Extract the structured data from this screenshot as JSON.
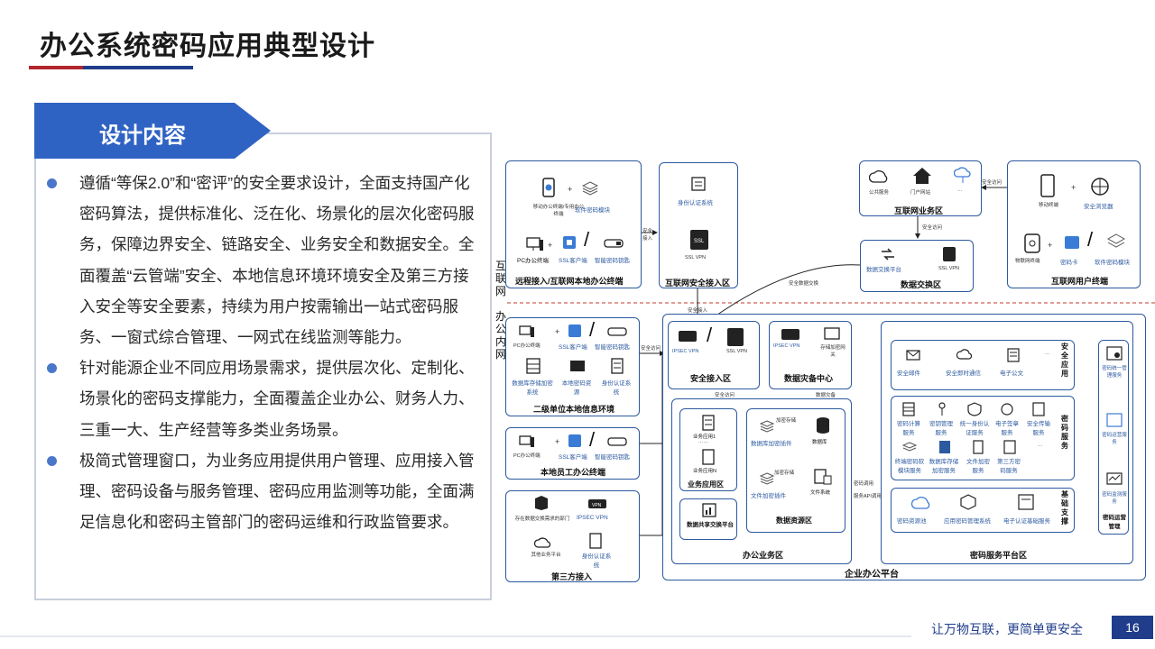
{
  "page": {
    "title": "办公系统密码应用典型设计",
    "section_tab": "设计内容",
    "bullets": [
      "遵循“等保2.0”和“密评”的安全要求设计，全面支持国产化密码算法，提供标准化、泛在化、场景化的层次化密码服务，保障边界安全、链路安全、业务安全和数据安全。全面覆盖“云管端”安全、本地信息环境环境安全及第三方接入安全等安全要素，持续为用户按需输出一站式密码服务、一窗式综合管理、一网式在线监测等能力。",
      "针对能源企业不同应用场景需求，提供层次化、定制化、场景化的密码支撑能力，全面覆盖企业办公、财务人力、三重一大、生产经营等多类业务场景。",
      "极简式管理窗口，为业务应用提供用户管理、应用接入管理、密码设备与服务管理、密码应用监测等功能，全面满足信息化和密码主管部门的密码运维和行政监管要求。"
    ],
    "footer_slogan": "让万物互联，更简单更安全",
    "page_number": "16"
  },
  "diagram": {
    "zone_internet": "互联网",
    "zone_office": "办公内网",
    "remote": {
      "label": "远程接入/互联网本地办公终端",
      "mobile": "移动办公终端/专用办公终端",
      "sw_module": "软件密码模块",
      "pc": "PC办公终端",
      "ssl_client": "SSL客户端",
      "key": "智能密码钥匙"
    },
    "internet_access": {
      "label": "互联网安全接入区",
      "auth": "身份认证系统",
      "ssl_vpn": "SSL VPN"
    },
    "internet_biz": {
      "label": "互联网业务区",
      "public": "公共服务",
      "portal": "门户网站",
      "more": "···"
    },
    "internet_users": {
      "label": "互联网用户终端",
      "mobile": "移动终端",
      "browser": "安全浏览器",
      "iot": "物联网终端",
      "cipher_card": "密码卡",
      "sw_module": "软件密码模块"
    },
    "data_exchange": {
      "label": "数据交换区",
      "platform": "数据交换平台",
      "ssl_vpn": "SSL VPN"
    },
    "secondary": {
      "label": "二级单位本地信息环境",
      "pc": "PC办公终端",
      "ssl_client": "SSL客户端",
      "key": "智能密码钥匙",
      "db_enc": "数据库存储加密系统",
      "local_cipher": "本地密码资源",
      "auth": "身份认证系统"
    },
    "local_staff": {
      "label": "本地员工办公终端",
      "pc": "PC办公终端",
      "ssl_client": "SSL客户端",
      "key": "智能密码钥匙"
    },
    "third_party": {
      "label": "第三方接入",
      "dept": "存在数据交换需求的部门",
      "vpn": "IPSEC VPN",
      "other": "其他业务平台",
      "auth": "身份认证系统"
    },
    "secure_access": {
      "label": "安全接入区",
      "ipsec": "IPSEC VPN",
      "sslvpn": "SSL VPN"
    },
    "data_center": {
      "label": "数据灾备中心",
      "ipsec": "IPSEC VPN",
      "storage": "存储加密网关"
    },
    "office_biz": {
      "label": "办公业务区",
      "app_area": "业务应用区",
      "app1": "业务应用1",
      "dots": "······",
      "appn": "业务应用N",
      "share": "数据共享交换平台"
    },
    "data_resource": {
      "label": "数据资源区",
      "db_plugin": "数据库加密插件",
      "db": "数据库",
      "file_plugin": "文件加密插件",
      "file_sys": "文件系统",
      "encrypt_store": "加密存储",
      "encrypt_store2": "加密存储"
    },
    "platform": "企业办公平台",
    "cipher_platform": {
      "label": "密码服务平台区",
      "sec_app": "安全应用",
      "mail": "安全邮件",
      "im": "安全即时通信",
      "doc": "电子公文",
      "cipher_service": "密码服务",
      "s1": "密码计算服务",
      "s2": "密钥管理服务",
      "s3": "统一身份认证服务",
      "s4": "电子签章服务",
      "s5": "安全传输服务",
      "s6": "终端密码软模块服务",
      "s7": "数据库存储加密服务",
      "s8": "文件加密服务",
      "s9": "第三方密码服务",
      "base": "基础支撑",
      "b1": "密码资源池",
      "b2": "应用密码管理系统",
      "b3": "电子认证基础服务",
      "mgmt": "密码运营管理",
      "m1": "密码统一管理服务",
      "m2": "密码运营服务",
      "m3": "密码监测服务"
    },
    "flows": {
      "secure_access": "安全接入",
      "secure_visit": "安全访问",
      "secure_exchange": "安全数据交换",
      "data_backup": "数据灾备",
      "api": "服务API调用",
      "cipher_call": "密码调用"
    }
  }
}
